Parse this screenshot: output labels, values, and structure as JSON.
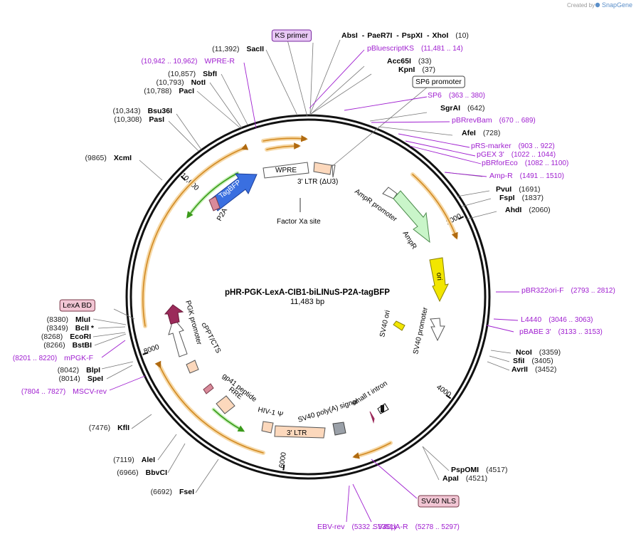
{
  "header": {
    "created_by": "Created by",
    "brand": "SnapGene"
  },
  "plasmid": {
    "name": "pHR-PGK-LexA-CIB1-biLINuS-P2A-tagBFP",
    "length_label": "11,483 bp",
    "length": 11483
  },
  "ruler_ticks": [
    {
      "value": 2000,
      "label": "2000"
    },
    {
      "value": 4000,
      "label": "4000"
    },
    {
      "value": 6000,
      "label": "6000"
    },
    {
      "value": 8000,
      "label": "8000"
    },
    {
      "value": 10000,
      "label": "10,000"
    }
  ],
  "right_labels": [
    {
      "names": [
        "AbsI",
        "PaeR7I",
        "PspXI",
        "XhoI"
      ],
      "pos": "(10)",
      "kind": "enzyme"
    },
    {
      "names": [
        "pBluescriptKS"
      ],
      "pos": "(11,481 .. 14)",
      "kind": "primer"
    },
    {
      "names": [
        "Acc65I"
      ],
      "pos": "(33)",
      "kind": "enzyme"
    },
    {
      "names": [
        "KpnI"
      ],
      "pos": "(37)",
      "kind": "enzyme"
    },
    {
      "names": [
        "SP6 promoter"
      ],
      "pos": "",
      "kind": "boxed"
    },
    {
      "names": [
        "SP6"
      ],
      "pos": "(363 .. 380)",
      "kind": "primer"
    },
    {
      "names": [
        "SgrAI"
      ],
      "pos": "(642)",
      "kind": "enzyme"
    },
    {
      "names": [
        "pBRrevBam"
      ],
      "pos": "(670 .. 689)",
      "kind": "primer"
    },
    {
      "names": [
        "AfeI"
      ],
      "pos": "(728)",
      "kind": "enzyme"
    },
    {
      "names": [
        "pRS-marker"
      ],
      "pos": "(903 .. 922)",
      "kind": "primer"
    },
    {
      "names": [
        "pGEX 3'"
      ],
      "pos": "(1022 .. 1044)",
      "kind": "primer"
    },
    {
      "names": [
        "pBRforEco"
      ],
      "pos": "(1082 .. 1100)",
      "kind": "primer"
    },
    {
      "names": [
        "Amp-R"
      ],
      "pos": "(1491 .. 1510)",
      "kind": "primer"
    },
    {
      "names": [
        "PvuI"
      ],
      "pos": "(1691)",
      "kind": "enzyme"
    },
    {
      "names": [
        "FspI"
      ],
      "pos": "(1837)",
      "kind": "enzyme"
    },
    {
      "names": [
        "AhdI"
      ],
      "pos": "(2060)",
      "kind": "enzyme"
    },
    {
      "names": [
        "pBR322ori-F"
      ],
      "pos": "(2793 .. 2812)",
      "kind": "primer"
    },
    {
      "names": [
        "L4440"
      ],
      "pos": "(3046 .. 3063)",
      "kind": "primer"
    },
    {
      "names": [
        "pBABE 3'"
      ],
      "pos": "(3133 .. 3153)",
      "kind": "primer"
    },
    {
      "names": [
        "NcoI"
      ],
      "pos": "(3359)",
      "kind": "enzyme"
    },
    {
      "names": [
        "SfiI"
      ],
      "pos": "(3405)",
      "kind": "enzyme"
    },
    {
      "names": [
        "AvrII"
      ],
      "pos": "(3452)",
      "kind": "enzyme"
    },
    {
      "names": [
        "PspOMI"
      ],
      "pos": "(4517)",
      "kind": "enzyme"
    },
    {
      "names": [
        "ApaI"
      ],
      "pos": "(4521)",
      "kind": "enzyme"
    },
    {
      "names": [
        "SV40 NLS"
      ],
      "pos": "",
      "kind": "boxed-pink"
    },
    {
      "names": [
        "SV40pA-R"
      ],
      "pos": "(5278 .. 5297)",
      "kind": "primer"
    },
    {
      "names": [
        "EBV-rev"
      ],
      "pos": "(5332 .. 5351)",
      "kind": "primer"
    }
  ],
  "left_labels": [
    {
      "names": [
        "KS primer"
      ],
      "pos": "",
      "kind": "boxed-purple"
    },
    {
      "names": [
        "SacII"
      ],
      "pos": "(11,392)",
      "kind": "enzyme"
    },
    {
      "names": [
        "WPRE-R"
      ],
      "pos": "(10,942 .. 10,962)",
      "kind": "primer"
    },
    {
      "names": [
        "SbfI"
      ],
      "pos": "(10,857)",
      "kind": "enzyme"
    },
    {
      "names": [
        "NotI"
      ],
      "pos": "(10,793)",
      "kind": "enzyme"
    },
    {
      "names": [
        "PacI"
      ],
      "pos": "(10,788)",
      "kind": "enzyme"
    },
    {
      "names": [
        "Bsu36I"
      ],
      "pos": "(10,343)",
      "kind": "enzyme"
    },
    {
      "names": [
        "PasI"
      ],
      "pos": "(10,308)",
      "kind": "enzyme"
    },
    {
      "names": [
        "XcmI"
      ],
      "pos": "(9865)",
      "kind": "enzyme"
    },
    {
      "names": [
        "LexA BD"
      ],
      "pos": "",
      "kind": "boxed-pink"
    },
    {
      "names": [
        "MluI"
      ],
      "pos": "(8380)",
      "kind": "enzyme"
    },
    {
      "names": [
        "BclI *"
      ],
      "pos": "(8349)",
      "kind": "enzyme"
    },
    {
      "names": [
        "EcoRI"
      ],
      "pos": "(8268)",
      "kind": "enzyme"
    },
    {
      "names": [
        "BstBI"
      ],
      "pos": "(8266)",
      "kind": "enzyme"
    },
    {
      "names": [
        "mPGK-F"
      ],
      "pos": "(8201 .. 8220)",
      "kind": "primer"
    },
    {
      "names": [
        "BlpI"
      ],
      "pos": "(8042)",
      "kind": "enzyme"
    },
    {
      "names": [
        "SpeI"
      ],
      "pos": "(8014)",
      "kind": "enzyme"
    },
    {
      "names": [
        "MSCV-rev"
      ],
      "pos": "(7804 .. 7827)",
      "kind": "primer"
    },
    {
      "names": [
        "KflI"
      ],
      "pos": "(7476)",
      "kind": "enzyme"
    },
    {
      "names": [
        "AleI"
      ],
      "pos": "(7119)",
      "kind": "enzyme"
    },
    {
      "names": [
        "BbvCI"
      ],
      "pos": "(6966)",
      "kind": "enzyme"
    },
    {
      "names": [
        "FseI"
      ],
      "pos": "(6692)",
      "kind": "enzyme"
    }
  ],
  "inner_features": [
    {
      "label": "WPRE",
      "kind": "box"
    },
    {
      "label": "3' LTR (ΔU3)",
      "kind": "ltr"
    },
    {
      "label": "TagBFP",
      "kind": "arrow-blue"
    },
    {
      "label": "P2A",
      "kind": "small"
    },
    {
      "label": "Factor Xa site",
      "kind": "site"
    },
    {
      "label": "AmpR promoter",
      "kind": "promoter"
    },
    {
      "label": "AmpR",
      "kind": "arrow-green"
    },
    {
      "label": "ori",
      "kind": "arrow-yellow"
    },
    {
      "label": "SV40 ori",
      "kind": "small-yellow"
    },
    {
      "label": "SV40 promoter",
      "kind": "promoter"
    },
    {
      "label": "small t intron",
      "kind": "intron"
    },
    {
      "label": "SV40 poly(A) signal",
      "kind": "polyA"
    },
    {
      "label": "3' LTR",
      "kind": "ltr-box"
    },
    {
      "label": "HIV-1 Ψ",
      "kind": "packaging"
    },
    {
      "label": "RRE",
      "kind": "box"
    },
    {
      "label": "gp41 peptide",
      "kind": "small"
    },
    {
      "label": "cPPT/CTS",
      "kind": "small"
    },
    {
      "label": "PGK promoter",
      "kind": "promoter"
    }
  ],
  "colors": {
    "backbone": "#111111",
    "primer": "#a020d0",
    "orf_arc": "#e8a33c",
    "orf_arc_fill": "#f6d9a8",
    "tagbfp": "#3a6fe0",
    "ampr": "#c9f5c9",
    "ori": "#f2e600",
    "lexa": "#9b2a5a",
    "ltr": "#fcd8bc",
    "polyA": "#9aa0a8"
  }
}
